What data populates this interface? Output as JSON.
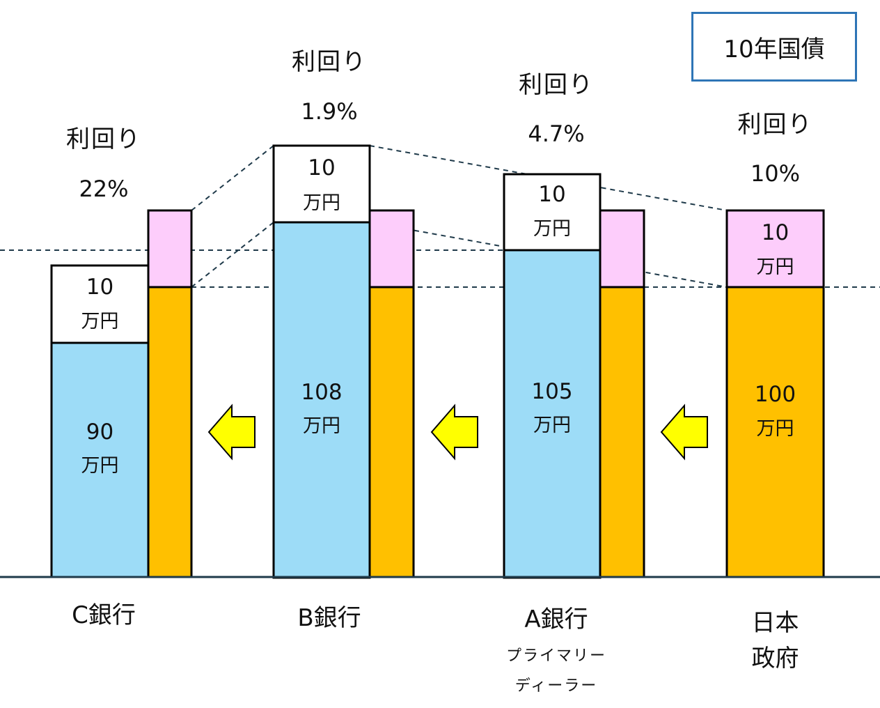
{
  "title": "10年国債",
  "unit": "万円",
  "colors": {
    "price": "#9ddcf7",
    "bond": "#ffc000",
    "interest": "#fdcdfb",
    "coupon_box": "#ffffff",
    "arrow": "#ffff00",
    "title_border": "#2e75b6",
    "line": "#1f3a4a"
  },
  "entities": [
    {
      "id": "c",
      "name": "C銀行",
      "sub": [],
      "yield_label": "利回り",
      "yield": "22%",
      "price": "90",
      "coupon": "10"
    },
    {
      "id": "b",
      "name": "B銀行",
      "sub": [],
      "yield_label": "利回り",
      "yield": "1.9%",
      "price": "108",
      "coupon": "10"
    },
    {
      "id": "a",
      "name": "A銀行",
      "sub": [
        "プライマリー",
        "ディーラー"
      ],
      "yield_label": "利回り",
      "yield": "4.7%",
      "price": "105",
      "coupon": "10"
    },
    {
      "id": "gov",
      "name": "日本\n政府",
      "sub": [],
      "yield_label": "利回り",
      "yield": "10%",
      "price": "100",
      "coupon": "10"
    }
  ]
}
